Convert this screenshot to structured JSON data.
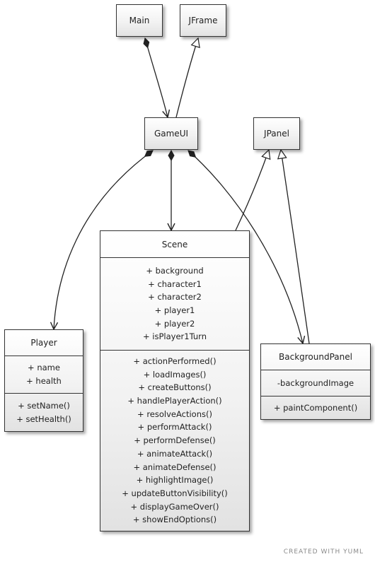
{
  "nodes": {
    "main": "Main",
    "jframe": "JFrame",
    "gameui": "GameUI",
    "jpanel": "JPanel",
    "scene": {
      "title": "Scene",
      "attributes": [
        "+ background",
        "+ character1",
        "+ character2",
        "+ player1",
        "+ player2",
        "+ isPlayer1Turn"
      ],
      "methods": [
        "+ actionPerformed()",
        "+ loadImages()",
        "+ createButtons()",
        "+ handlePlayerAction()",
        "+ resolveActions()",
        "+ performAttack()",
        "+ performDefense()",
        "+ animateAttack()",
        "+ animateDefense()",
        "+ highlightImage()",
        "+ updateButtonVisibility()",
        "+ displayGameOver()",
        "+ showEndOptions()"
      ]
    },
    "player": {
      "title": "Player",
      "attributes": [
        "+ name",
        "+ health"
      ],
      "methods": [
        "+ setName()",
        "+ setHealth()"
      ]
    },
    "background_panel": {
      "title": "BackgroundPanel",
      "attributes": [
        "-backgroundImage"
      ],
      "methods": [
        "+ paintComponent()"
      ]
    }
  },
  "relationships": [
    {
      "from": "Main",
      "to": "GameUI",
      "type": "composition"
    },
    {
      "from": "GameUI",
      "to": "JFrame",
      "type": "inheritance"
    },
    {
      "from": "GameUI",
      "to": "Player",
      "type": "composition"
    },
    {
      "from": "GameUI",
      "to": "Scene",
      "type": "composition"
    },
    {
      "from": "GameUI",
      "to": "BackgroundPanel",
      "type": "composition"
    },
    {
      "from": "Scene",
      "to": "JPanel",
      "type": "inheritance"
    },
    {
      "from": "BackgroundPanel",
      "to": "JPanel",
      "type": "inheritance"
    }
  ],
  "footer": "CREATED WITH YUML"
}
